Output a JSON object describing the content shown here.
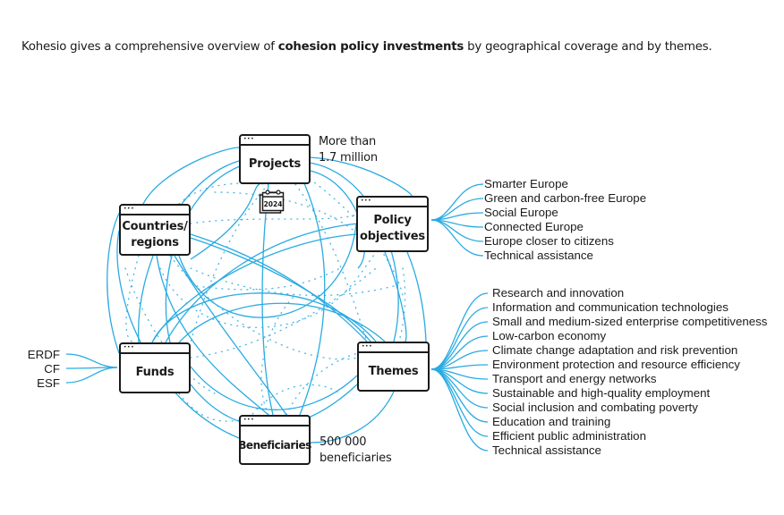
{
  "intro": {
    "part1": "Kohesio gives a comprehensive overview of ",
    "bold1": "cohesion policy investments",
    "part2": " by geographical coverage and by themes."
  },
  "colors": {
    "line": "#29abe2",
    "box_border": "#1a1a1a",
    "text": "#1a1a1a"
  },
  "nodes": {
    "projects": {
      "label": "Projects",
      "note_line1": "More than",
      "note_line2": "1.7 million"
    },
    "policy": {
      "label_line1": "Policy",
      "label_line2": "objectives"
    },
    "themes": {
      "label": "Themes"
    },
    "beneficiaries": {
      "label": "Beneficiaries",
      "note_line1": "500 000",
      "note_line2": "beneficiaries"
    },
    "funds": {
      "label": "Funds"
    },
    "countries": {
      "label_line1": "Countries/",
      "label_line2": "regions"
    }
  },
  "calendar_icon": {
    "year": "2024"
  },
  "policy_objectives": [
    "Smarter Europe",
    "Green and carbon-free Europe",
    "Social Europe",
    "Connected Europe",
    "Europe closer to citizens",
    "Technical assistance"
  ],
  "themes": [
    "Research and innovation",
    "Information and communication technologies",
    "Small and medium-sized enterprise competitiveness",
    "Low-carbon economy",
    "Climate change adaptation and risk prevention",
    "Environment protection and resource efficiency",
    "Transport and energy networks",
    "Sustainable and high-quality employment",
    "Social inclusion and combating poverty",
    "Education and training",
    "Efficient public administration",
    "Technical assistance"
  ],
  "funds": [
    "ERDF",
    "CF",
    "ESF"
  ]
}
